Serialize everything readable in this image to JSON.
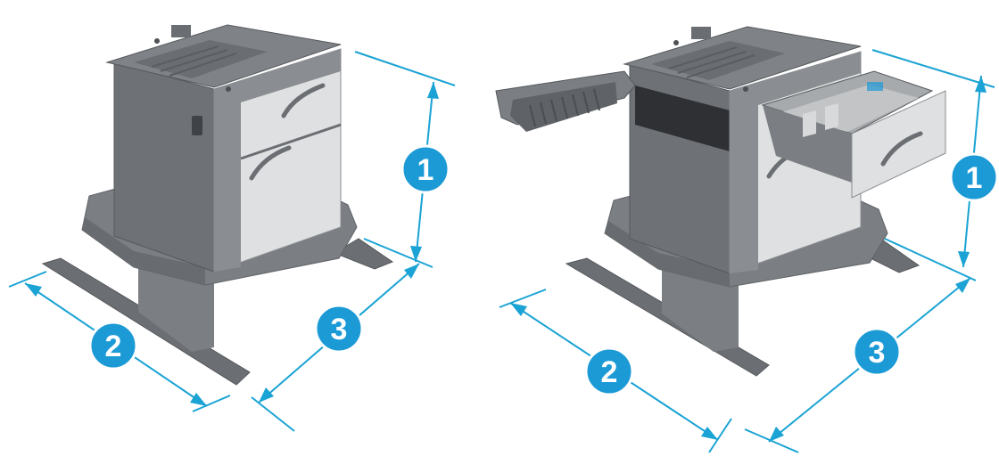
{
  "colors": {
    "dimension_line": "#1aa3d4",
    "callout_fill": "#1c9ad6",
    "callout_ring": "#ffffff",
    "callout_text": "#ffffff",
    "body_dark": "#6b6e72",
    "body_mid": "#8c8f93",
    "body_light": "#c9cbcd",
    "panel_white": "#e4e5e6"
  },
  "figures": [
    {
      "name": "tray-closed",
      "callouts": [
        {
          "label": "1",
          "meaning": "height"
        },
        {
          "label": "2",
          "meaning": "width"
        },
        {
          "label": "3",
          "meaning": "depth"
        }
      ]
    },
    {
      "name": "tray-open",
      "callouts": [
        {
          "label": "1",
          "meaning": "height"
        },
        {
          "label": "2",
          "meaning": "width"
        },
        {
          "label": "3",
          "meaning": "depth"
        }
      ]
    }
  ]
}
